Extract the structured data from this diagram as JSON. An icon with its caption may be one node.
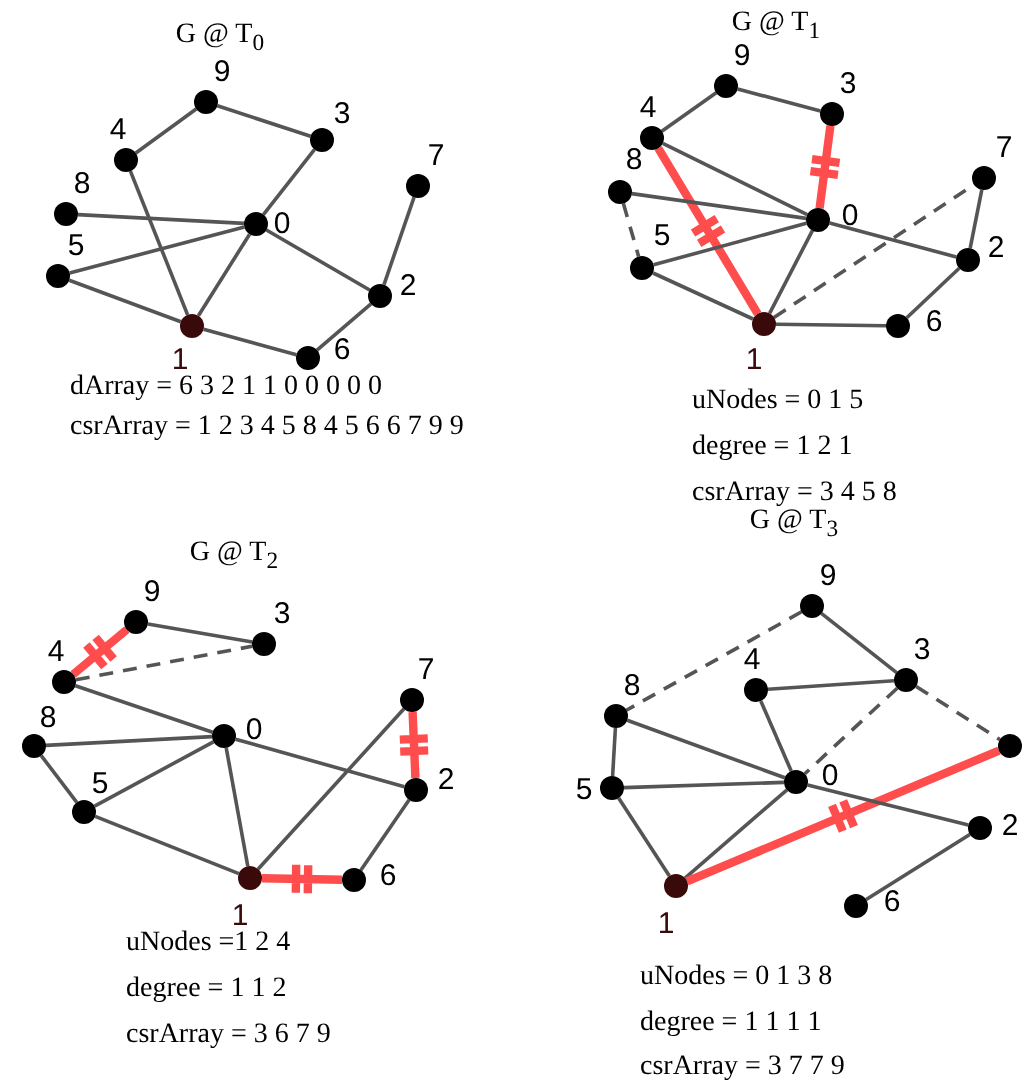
{
  "diagram": {
    "nodes": [
      {
        "text": [
          "G @ T$_{0}$",
          "dArray = 6 3 2 1 1 0 0 0 0 0",
          "csrArray = 1 2 3 4 5 8 4 5 6 6 7 9 9"
        ]
      },
      {
        "text": [],
        "shape": "circle",
        "in": 0,
        "beside": [
          "9"
        ]
      },
      {
        "text": [],
        "shape": "circle",
        "in": 0,
        "beside": [
          "3"
        ]
      },
      {
        "text": [],
        "shape": "circle",
        "in": 0,
        "beside": [
          "4"
        ]
      },
      {
        "text": [],
        "shape": "circle",
        "in": 0,
        "beside": [
          "7"
        ]
      },
      {
        "text": [],
        "shape": "circle",
        "in": 0,
        "beside": [
          "8"
        ]
      },
      {
        "text": [],
        "shape": "circle",
        "in": 0,
        "beside": [
          "0"
        ]
      },
      {
        "text": [],
        "shape": "circle",
        "in": 0,
        "beside": [
          "5"
        ]
      },
      {
        "text": [],
        "shape": "circle",
        "in": 0,
        "beside": [
          "2"
        ]
      },
      {
        "text": [],
        "shape": "circle",
        "in": 0,
        "beside": [
          "1"
        ]
      },
      {
        "text": [],
        "shape": "circle",
        "in": 0,
        "beside": [
          "6"
        ]
      },
      {
        "text": [
          "G @ T$_{1}$",
          "uNodes = 0 1 5",
          "degree = 1 2 1",
          "csrArray = 3 4 5 8"
        ]
      },
      {
        "text": [],
        "shape": "circle",
        "in": 11,
        "beside": [
          "9"
        ]
      },
      {
        "text": [],
        "shape": "circle",
        "in": 11,
        "beside": [
          "3"
        ]
      },
      {
        "text": [],
        "shape": "circle",
        "in": 11,
        "beside": [
          "4"
        ]
      },
      {
        "text": [],
        "shape": "circle",
        "in": 11,
        "beside": [
          "7"
        ]
      },
      {
        "text": [],
        "shape": "circle",
        "in": 11,
        "beside": [
          "8"
        ]
      },
      {
        "text": [],
        "shape": "circle",
        "in": 11,
        "beside": [
          "0"
        ]
      },
      {
        "text": [],
        "shape": "circle",
        "in": 11,
        "beside": [
          "2"
        ]
      },
      {
        "text": [],
        "shape": "circle",
        "in": 11,
        "beside": [
          "5"
        ]
      },
      {
        "text": [],
        "shape": "circle",
        "in": 11,
        "beside": [
          "1"
        ]
      },
      {
        "text": [],
        "shape": "circle",
        "in": 11,
        "beside": [
          "6"
        ]
      },
      {
        "text": [
          "G @ T$_{2}$",
          "uNodes =1 2 4",
          "degree = 1 1 2",
          "csrArray = 3 6 7 9"
        ]
      },
      {
        "text": [],
        "shape": "circle",
        "in": 22,
        "beside": [
          "9"
        ]
      },
      {
        "text": [],
        "shape": "circle",
        "in": 22,
        "beside": [
          "3"
        ]
      },
      {
        "text": [],
        "shape": "circle",
        "in": 22,
        "beside": [
          "4"
        ]
      },
      {
        "text": [],
        "shape": "circle",
        "in": 22,
        "beside": [
          "7"
        ]
      },
      {
        "text": [],
        "shape": "circle",
        "in": 22,
        "beside": [
          "0"
        ]
      },
      {
        "text": [],
        "shape": "circle",
        "in": 22,
        "beside": [
          "8"
        ]
      },
      {
        "text": [],
        "shape": "circle",
        "in": 22,
        "beside": [
          "2"
        ]
      },
      {
        "text": [],
        "shape": "circle",
        "in": 22,
        "beside": [
          "5"
        ]
      },
      {
        "text": [],
        "shape": "circle",
        "in": 22,
        "beside": [
          "1"
        ]
      },
      {
        "text": [],
        "shape": "circle",
        "in": 22,
        "beside": [
          "6"
        ]
      },
      {
        "text": [
          "G @ T$_{3}$",
          "uNodes = 0 1 3 8",
          "degree = 1 1 1 1",
          "csrArray = 3 7 7 9"
        ]
      },
      {
        "text": [],
        "shape": "circle",
        "in": 33,
        "beside": [
          "9"
        ]
      },
      {
        "text": [],
        "shape": "circle",
        "in": 33,
        "beside": [
          "3"
        ]
      },
      {
        "text": [],
        "shape": "circle",
        "in": 33,
        "beside": [
          "4"
        ]
      },
      {
        "text": [],
        "shape": "circle",
        "in": 33,
        "beside": [
          "8"
        ]
      },
      {
        "text": [],
        "shape": "circle",
        "in": 33
      },
      {
        "text": [],
        "shape": "circle",
        "in": 33,
        "beside": [
          "0"
        ]
      },
      {
        "text": [],
        "shape": "circle",
        "in": 33,
        "beside": [
          "5"
        ]
      },
      {
        "text": [],
        "shape": "circle",
        "in": 33,
        "beside": [
          "2"
        ]
      },
      {
        "text": [],
        "shape": "circle",
        "in": 33,
        "beside": [
          "1"
        ]
      },
      {
        "text": [],
        "shape": "circle",
        "in": 33,
        "beside": [
          "6"
        ]
      }
    ],
    "edges": [
      {
        "from": 1,
        "to": 3,
        "arrow": "none"
      },
      {
        "from": 1,
        "to": 2,
        "arrow": "none"
      },
      {
        "from": 2,
        "to": 6,
        "arrow": "none"
      },
      {
        "from": 3,
        "to": 9,
        "arrow": "none"
      },
      {
        "from": 5,
        "to": 6,
        "arrow": "none"
      },
      {
        "from": 7,
        "to": 6,
        "arrow": "none"
      },
      {
        "from": 9,
        "to": 6,
        "arrow": "none"
      },
      {
        "from": 7,
        "to": 9,
        "arrow": "none"
      },
      {
        "from": 6,
        "to": 8,
        "arrow": "none"
      },
      {
        "from": 4,
        "to": 8,
        "arrow": "none"
      },
      {
        "from": 8,
        "to": 10,
        "arrow": "none"
      },
      {
        "from": 9,
        "to": 10,
        "arrow": "none"
      },
      {
        "from": 12,
        "to": 14,
        "arrow": "none"
      },
      {
        "from": 12,
        "to": 13,
        "arrow": "none"
      },
      {
        "from": 13,
        "to": 17,
        "arrow": "none",
        "style": "thick",
        "color": "#ff4d4d"
      },
      {
        "from": 14,
        "to": 17,
        "arrow": "none"
      },
      {
        "from": 14,
        "to": 20,
        "arrow": "none",
        "style": "thick",
        "color": "#ff4d4d"
      },
      {
        "from": 16,
        "to": 17,
        "arrow": "none"
      },
      {
        "from": 16,
        "to": 19,
        "arrow": "none",
        "style": "dashed"
      },
      {
        "from": 19,
        "to": 17,
        "arrow": "none"
      },
      {
        "from": 19,
        "to": 20,
        "arrow": "none"
      },
      {
        "from": 20,
        "to": 17,
        "arrow": "none"
      },
      {
        "from": 20,
        "to": 15,
        "arrow": "none",
        "style": "dashed"
      },
      {
        "from": 17,
        "to": 18,
        "arrow": "none"
      },
      {
        "from": 15,
        "to": 18,
        "arrow": "none"
      },
      {
        "from": 18,
        "to": 21,
        "arrow": "none"
      },
      {
        "from": 20,
        "to": 21,
        "arrow": "none"
      },
      {
        "from": 23,
        "to": 25,
        "arrow": "none",
        "style": "thick",
        "color": "#ff4d4d"
      },
      {
        "from": 23,
        "to": 24,
        "arrow": "none"
      },
      {
        "from": 25,
        "to": 24,
        "arrow": "none",
        "style": "dashed"
      },
      {
        "from": 25,
        "to": 27,
        "arrow": "none"
      },
      {
        "from": 28,
        "to": 27,
        "arrow": "none"
      },
      {
        "from": 28,
        "to": 30,
        "arrow": "none"
      },
      {
        "from": 30,
        "to": 27,
        "arrow": "none"
      },
      {
        "from": 30,
        "to": 31,
        "arrow": "none"
      },
      {
        "from": 31,
        "to": 27,
        "arrow": "none"
      },
      {
        "from": 31,
        "to": 26,
        "arrow": "none"
      },
      {
        "from": 27,
        "to": 29,
        "arrow": "none"
      },
      {
        "from": 26,
        "to": 29,
        "arrow": "none",
        "style": "thick",
        "color": "#ff4d4d"
      },
      {
        "from": 29,
        "to": 32,
        "arrow": "none"
      },
      {
        "from": 31,
        "to": 32,
        "arrow": "none",
        "style": "thick",
        "color": "#ff4d4d"
      },
      {
        "from": 34,
        "to": 37,
        "arrow": "none",
        "style": "dashed"
      },
      {
        "from": 34,
        "to": 35,
        "arrow": "none"
      },
      {
        "from": 36,
        "to": 35,
        "arrow": "none"
      },
      {
        "from": 36,
        "to": 39,
        "arrow": "none"
      },
      {
        "from": 35,
        "to": 39,
        "arrow": "none",
        "style": "dashed"
      },
      {
        "from": 35,
        "to": 38,
        "arrow": "none",
        "style": "dashed"
      },
      {
        "from": 37,
        "to": 39,
        "arrow": "none"
      },
      {
        "from": 37,
        "to": 40,
        "arrow": "none"
      },
      {
        "from": 40,
        "to": 39,
        "arrow": "none"
      },
      {
        "from": 40,
        "to": 42,
        "arrow": "none"
      },
      {
        "from": 42,
        "to": 39,
        "arrow": "none"
      },
      {
        "from": 42,
        "to": 38,
        "arrow": "none",
        "style": "thick",
        "color": "#ff4d4d"
      },
      {
        "from": 39,
        "to": 41,
        "arrow": "none"
      },
      {
        "from": 41,
        "to": 43,
        "arrow": "none"
      }
    ]
  }
}
